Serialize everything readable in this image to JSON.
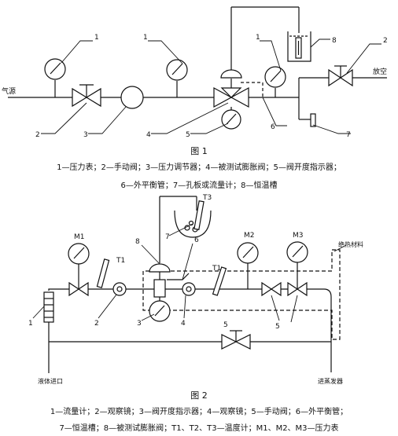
{
  "fig1": {
    "title": "图 1",
    "label_inlet": "气源",
    "label_vent": "放空",
    "callouts": {
      "c1a": "1",
      "c1b": "1",
      "c1c": "1",
      "c2a": "2",
      "c2b": "2",
      "c3": "3",
      "c4": "4",
      "c5": "5",
      "c6": "6",
      "c7": "7",
      "c8": "8"
    },
    "legend_line1": "1—压力表；2—手动阀；3—压力调节器；4—被测试膨胀阀；5—阀开度指示器；",
    "legend_line2": "6—外平衡管；7—孔板或流量计；8—恒温槽"
  },
  "fig2": {
    "title": "图 2",
    "label_inlet": "液体进口",
    "label_evap": "进蒸发器",
    "label_insul": "绝热材料",
    "instruments": {
      "m1": "M1",
      "m2": "M2",
      "m3": "M3",
      "t1a": "T1",
      "t1b": "T1",
      "t3": "T3"
    },
    "callouts": {
      "c1": "1",
      "c2": "2",
      "c3": "3",
      "c4": "4",
      "c5a": "5",
      "c5b": "5",
      "c6": "6",
      "c7": "7",
      "c8": "8"
    },
    "legend_line1": "1—流量计；2—观察镜；3—阀开度指示器；4—观察镜；5—手动阀；6—外平衡管；",
    "legend_line2": "7—恒温槽；8—被测试膨胀阀；T1、T2、T3—温度计；M1、M2、M3—压力表"
  }
}
